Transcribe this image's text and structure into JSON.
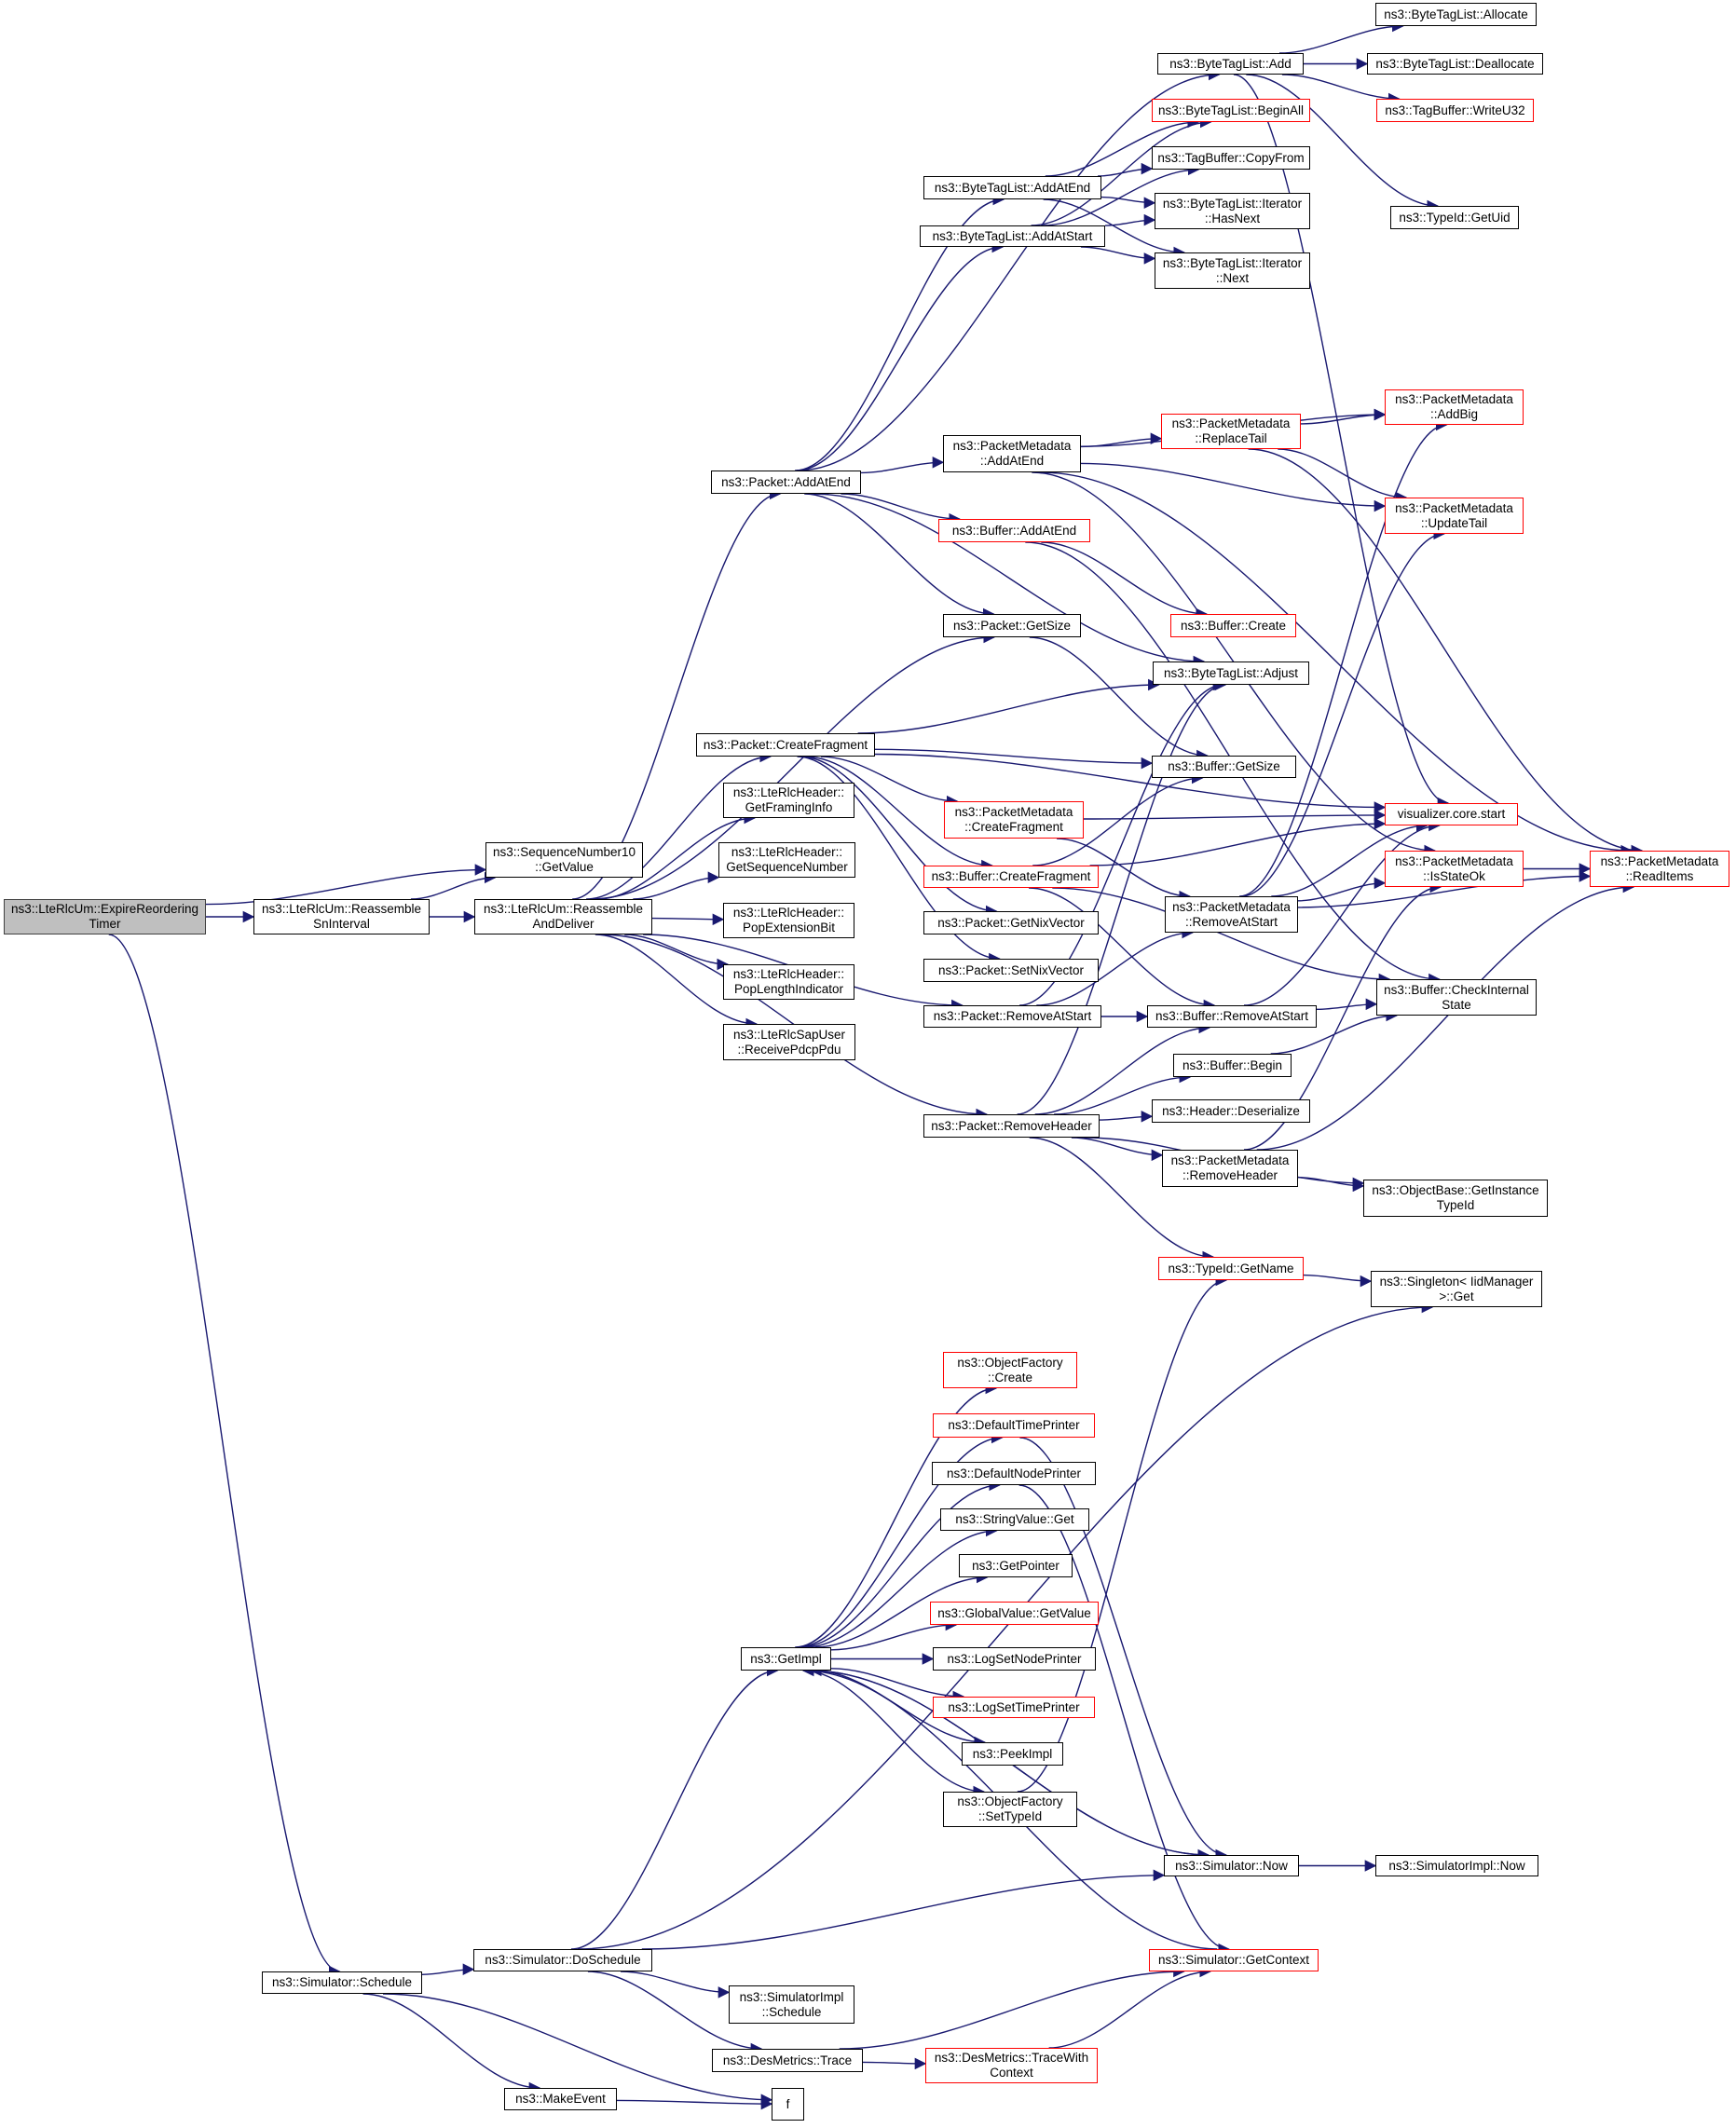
{
  "colors": {
    "edge": "#191970",
    "node_border": "#000000",
    "node_border_incomplete": "#ff0000",
    "root_fill": "#bfbfbf"
  },
  "nodes": {
    "root": "ns3::LteRlcUm::ExpireReordering\nTimer",
    "seq_getvalue": "ns3::SequenceNumber10\n::GetValue",
    "reassemble_sn": "ns3::LteRlcUm::Reassemble\nSnInterval",
    "reassemble_deliver": "ns3::LteRlcUm::Reassemble\nAndDeliver",
    "sim_schedule": "ns3::Simulator::Schedule",
    "btl_add": "ns3::ByteTagList::Add",
    "btl_allocate": "ns3::ByteTagList::Allocate",
    "btl_deallocate": "ns3::ByteTagList::Deallocate",
    "tb_writeu32": "ns3::TagBuffer::WriteU32",
    "btl_beginall": "ns3::ByteTagList::BeginAll",
    "tb_copyfrom": "ns3::TagBuffer::CopyFrom",
    "btl_hasnext": "ns3::ByteTagList::Iterator\n::HasNext",
    "btl_next": "ns3::ByteTagList::Iterator\n::Next",
    "typeid_getuid": "ns3::TypeId::GetUid",
    "btl_addatend": "ns3::ByteTagList::AddAtEnd",
    "btl_addatstart": "ns3::ByteTagList::AddAtStart",
    "pkt_addatend": "ns3::Packet::AddAtEnd",
    "pm_addatend": "ns3::PacketMetadata\n::AddAtEnd",
    "pm_replacetail": "ns3::PacketMetadata\n::ReplaceTail",
    "pm_addbig": "ns3::PacketMetadata\n::AddBig",
    "pm_updatetail": "ns3::PacketMetadata\n::UpdateTail",
    "buf_addatend": "ns3::Buffer::AddAtEnd",
    "buf_create": "ns3::Buffer::Create",
    "pkt_getsize": "ns3::Packet::GetSize",
    "btl_adjust": "ns3::ByteTagList::Adjust",
    "pkt_createfragment": "ns3::Packet::CreateFragment",
    "buf_getsize": "ns3::Buffer::GetSize",
    "hdr_framinginfo": "ns3::LteRlcHeader::\nGetFramingInfo",
    "hdr_seqnum": "ns3::LteRlcHeader::\nGetSequenceNumber",
    "hdr_popext": "ns3::LteRlcHeader::\nPopExtensionBit",
    "hdr_poplen": "ns3::LteRlcHeader::\nPopLengthIndicator",
    "sap_receive": "ns3::LteRlcSapUser\n::ReceivePdcpPdu",
    "pm_createfragment": "ns3::PacketMetadata\n::CreateFragment",
    "buf_createfragment": "ns3::Buffer::CreateFragment",
    "pkt_getnix": "ns3::Packet::GetNixVector",
    "pkt_setnix": "ns3::Packet::SetNixVector",
    "pkt_removeatstart": "ns3::Packet::RemoveAtStart",
    "pm_removeatstart": "ns3::PacketMetadata\n::RemoveAtStart",
    "viz_start": "visualizer.core.start",
    "pm_isstateok": "ns3::PacketMetadata\n::IsStateOk",
    "pm_readitems": "ns3::PacketMetadata\n::ReadItems",
    "buf_removeatstart": "ns3::Buffer::RemoveAtStart",
    "buf_checkstate": "ns3::Buffer::CheckInternal\nState",
    "buf_begin": "ns3::Buffer::Begin",
    "hdr_deserialize": "ns3::Header::Deserialize",
    "pkt_removeheader": "ns3::Packet::RemoveHeader",
    "pm_removeheader": "ns3::PacketMetadata\n::RemoveHeader",
    "ob_getinstancetypeid": "ns3::ObjectBase::GetInstance\nTypeId",
    "typeid_getname": "ns3::TypeId::GetName",
    "singleton_get": "ns3::Singleton< IidManager\n>::Get",
    "of_create": "ns3::ObjectFactory\n::Create",
    "default_time_printer": "ns3::DefaultTimePrinter",
    "default_node_printer": "ns3::DefaultNodePrinter",
    "stringvalue_get": "ns3::StringValue::Get",
    "getpointer": "ns3::GetPointer",
    "globalvalue_getvalue": "ns3::GlobalValue::GetValue",
    "log_set_node_printer": "ns3::LogSetNodePrinter",
    "log_set_time_printer": "ns3::LogSetTimePrinter",
    "peekimpl": "ns3::PeekImpl",
    "of_settypeid": "ns3::ObjectFactory\n::SetTypeId",
    "getimpl": "ns3::GetImpl",
    "sim_now": "ns3::Simulator::Now",
    "simimpl_now": "ns3::SimulatorImpl::Now",
    "sim_getcontext": "ns3::Simulator::GetContext",
    "sim_doschedule": "ns3::Simulator::DoSchedule",
    "simimpl_schedule": "ns3::SimulatorImpl\n::Schedule",
    "desmetrics_trace": "ns3::DesMetrics::Trace",
    "desmetrics_tracewithcontext": "ns3::DesMetrics::TraceWith\nContext",
    "makeevent": "ns3::MakeEvent",
    "f": "f"
  },
  "incomplete_nodes": [
    "tb_writeu32",
    "btl_beginall",
    "pm_replacetail",
    "pm_addbig",
    "pm_updatetail",
    "buf_addatend",
    "buf_create",
    "pm_createfragment",
    "buf_createfragment",
    "viz_start",
    "pm_isstateok",
    "pm_readitems",
    "typeid_getname",
    "of_create",
    "default_time_printer",
    "globalvalue_getvalue",
    "log_set_time_printer",
    "sim_getcontext",
    "desmetrics_tracewithcontext"
  ],
  "edges": [
    [
      "root",
      "seq_getvalue"
    ],
    [
      "root",
      "reassemble_sn"
    ],
    [
      "root",
      "sim_schedule"
    ],
    [
      "reassemble_sn",
      "seq_getvalue"
    ],
    [
      "reassemble_sn",
      "reassemble_deliver"
    ],
    [
      "reassemble_deliver",
      "pkt_addatend"
    ],
    [
      "reassemble_deliver",
      "pkt_getsize"
    ],
    [
      "reassemble_deliver",
      "pkt_createfragment"
    ],
    [
      "reassemble_deliver",
      "hdr_framinginfo"
    ],
    [
      "reassemble_deliver",
      "hdr_seqnum"
    ],
    [
      "reassemble_deliver",
      "hdr_popext"
    ],
    [
      "reassemble_deliver",
      "hdr_poplen"
    ],
    [
      "reassemble_deliver",
      "sap_receive"
    ],
    [
      "reassemble_deliver",
      "pkt_removeatstart"
    ],
    [
      "reassemble_deliver",
      "pkt_removeheader"
    ],
    [
      "pkt_addatend",
      "btl_add"
    ],
    [
      "pkt_addatend",
      "btl_addatend"
    ],
    [
      "pkt_addatend",
      "btl_addatstart"
    ],
    [
      "pkt_addatend",
      "pm_addatend"
    ],
    [
      "pkt_addatend",
      "buf_addatend"
    ],
    [
      "pkt_addatend",
      "pkt_getsize"
    ],
    [
      "pkt_addatend",
      "btl_adjust"
    ],
    [
      "btl_add",
      "btl_allocate"
    ],
    [
      "btl_add",
      "btl_deallocate"
    ],
    [
      "btl_add",
      "tb_writeu32"
    ],
    [
      "btl_add",
      "typeid_getuid"
    ],
    [
      "btl_add",
      "viz_start"
    ],
    [
      "btl_addatend",
      "btl_beginall"
    ],
    [
      "btl_addatend",
      "tb_copyfrom"
    ],
    [
      "btl_addatend",
      "btl_hasnext"
    ],
    [
      "btl_addatend",
      "btl_next"
    ],
    [
      "btl_addatstart",
      "btl_beginall"
    ],
    [
      "btl_addatstart",
      "tb_copyfrom"
    ],
    [
      "btl_addatstart",
      "btl_hasnext"
    ],
    [
      "btl_addatstart",
      "btl_next"
    ],
    [
      "pm_addatend",
      "pm_replacetail"
    ],
    [
      "pm_addatend",
      "pm_addbig"
    ],
    [
      "pm_addatend",
      "pm_updatetail"
    ],
    [
      "pm_addatend",
      "pm_readitems"
    ],
    [
      "pm_addatend",
      "pm_isstateok"
    ],
    [
      "pm_replacetail",
      "pm_addbig"
    ],
    [
      "pm_replacetail",
      "pm_updatetail"
    ],
    [
      "pm_replacetail",
      "pm_readitems"
    ],
    [
      "buf_addatend",
      "buf_create"
    ],
    [
      "buf_addatend",
      "buf_checkstate"
    ],
    [
      "pkt_getsize",
      "buf_getsize"
    ],
    [
      "pkt_createfragment",
      "btl_adjust"
    ],
    [
      "pkt_createfragment",
      "buf_getsize"
    ],
    [
      "pkt_createfragment",
      "pm_createfragment"
    ],
    [
      "pkt_createfragment",
      "buf_createfragment"
    ],
    [
      "pkt_createfragment",
      "pkt_getnix"
    ],
    [
      "pkt_createfragment",
      "pkt_setnix"
    ],
    [
      "pkt_createfragment",
      "viz_start"
    ],
    [
      "pm_createfragment",
      "pm_removeatstart"
    ],
    [
      "pm_createfragment",
      "viz_start"
    ],
    [
      "buf_createfragment",
      "buf_getsize"
    ],
    [
      "buf_createfragment",
      "viz_start"
    ],
    [
      "buf_createfragment",
      "buf_removeatstart"
    ],
    [
      "buf_createfragment",
      "buf_checkstate"
    ],
    [
      "pkt_removeatstart",
      "pm_removeatstart"
    ],
    [
      "pkt_removeatstart",
      "buf_removeatstart"
    ],
    [
      "pkt_removeatstart",
      "btl_adjust"
    ],
    [
      "pm_removeatstart",
      "pm_addbig"
    ],
    [
      "pm_removeatstart",
      "pm_updatetail"
    ],
    [
      "pm_removeatstart",
      "viz_start"
    ],
    [
      "pm_removeatstart",
      "pm_isstateok"
    ],
    [
      "pm_removeatstart",
      "pm_readitems"
    ],
    [
      "buf_removeatstart",
      "buf_checkstate"
    ],
    [
      "buf_removeatstart",
      "viz_start"
    ],
    [
      "buf_begin",
      "buf_checkstate"
    ],
    [
      "pm_isstateok",
      "pm_readitems"
    ],
    [
      "pkt_removeheader",
      "buf_begin"
    ],
    [
      "pkt_removeheader",
      "hdr_deserialize"
    ],
    [
      "pkt_removeheader",
      "pm_removeheader"
    ],
    [
      "pkt_removeheader",
      "ob_getinstancetypeid"
    ],
    [
      "pkt_removeheader",
      "typeid_getname"
    ],
    [
      "pkt_removeheader",
      "buf_removeatstart"
    ],
    [
      "pkt_removeheader",
      "btl_adjust"
    ],
    [
      "pm_removeheader",
      "ob_getinstancetypeid"
    ],
    [
      "pm_removeheader",
      "pm_isstateok"
    ],
    [
      "pm_removeheader",
      "pm_readitems"
    ],
    [
      "typeid_getname",
      "singleton_get"
    ],
    [
      "sim_schedule",
      "sim_doschedule"
    ],
    [
      "sim_schedule",
      "makeevent"
    ],
    [
      "sim_schedule",
      "f"
    ],
    [
      "makeevent",
      "f"
    ],
    [
      "sim_doschedule",
      "getimpl"
    ],
    [
      "sim_doschedule",
      "singleton_get"
    ],
    [
      "sim_doschedule",
      "sim_now"
    ],
    [
      "sim_doschedule",
      "simimpl_schedule"
    ],
    [
      "sim_doschedule",
      "desmetrics_trace"
    ],
    [
      "desmetrics_trace",
      "sim_getcontext"
    ],
    [
      "desmetrics_trace",
      "desmetrics_tracewithcontext"
    ],
    [
      "desmetrics_tracewithcontext",
      "sim_getcontext"
    ],
    [
      "getimpl",
      "of_create"
    ],
    [
      "getimpl",
      "default_time_printer"
    ],
    [
      "getimpl",
      "default_node_printer"
    ],
    [
      "getimpl",
      "stringvalue_get"
    ],
    [
      "getimpl",
      "getpointer"
    ],
    [
      "getimpl",
      "globalvalue_getvalue"
    ],
    [
      "getimpl",
      "log_set_node_printer"
    ],
    [
      "getimpl",
      "log_set_time_printer"
    ],
    [
      "getimpl",
      "peekimpl"
    ],
    [
      "getimpl",
      "of_settypeid"
    ],
    [
      "getimpl",
      "sim_now"
    ],
    [
      "sim_now",
      "getimpl"
    ],
    [
      "sim_now",
      "simimpl_now"
    ],
    [
      "sim_getcontext",
      "getimpl"
    ],
    [
      "default_time_printer",
      "sim_now"
    ],
    [
      "default_node_printer",
      "sim_getcontext"
    ],
    [
      "of_settypeid",
      "typeid_getname"
    ]
  ]
}
